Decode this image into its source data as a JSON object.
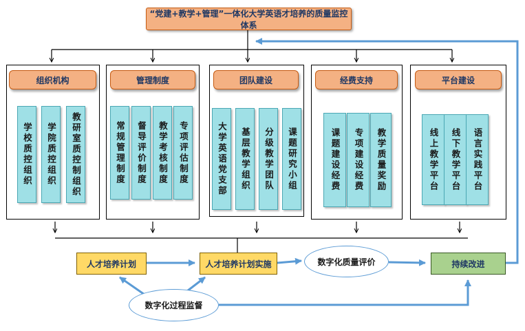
{
  "title": "“党建+教学+管理”一体化大学英语才培养的质量监控体系",
  "groups": [
    {
      "header": "组织机构",
      "items": [
        "学校质控组织",
        "学院质控组织",
        "教研室质控制组织"
      ]
    },
    {
      "header": "管理制度",
      "items": [
        "常规管理制度",
        "督导评价制度",
        "教学考核制度",
        "专项评估制度"
      ]
    },
    {
      "header": "团队建设",
      "items": [
        "大学英语党支部",
        "基层教学组织",
        "分级教学团队",
        "课题研究小组"
      ]
    },
    {
      "header": "经费支持",
      "items": [
        "课题建设经费",
        "专项建设经费",
        "教学质量奖励"
      ]
    },
    {
      "header": "平台建设",
      "items": [
        "线上教学平台",
        "线下教学平台",
        "语言实践平台"
      ]
    }
  ],
  "flow": {
    "plan": "人才培养计划",
    "implementation": "人才培养计划实施",
    "evaluation": "数字化质量评价",
    "improvement": "持续改进",
    "supervision": "数字化过程监督"
  },
  "colors": {
    "header_fill": "#f4b183",
    "item_fill": "#9fe0e6",
    "process_fill": "#ffd966",
    "improve_fill": "#a9d18e",
    "arrow_blue": "#5b9bd5"
  }
}
